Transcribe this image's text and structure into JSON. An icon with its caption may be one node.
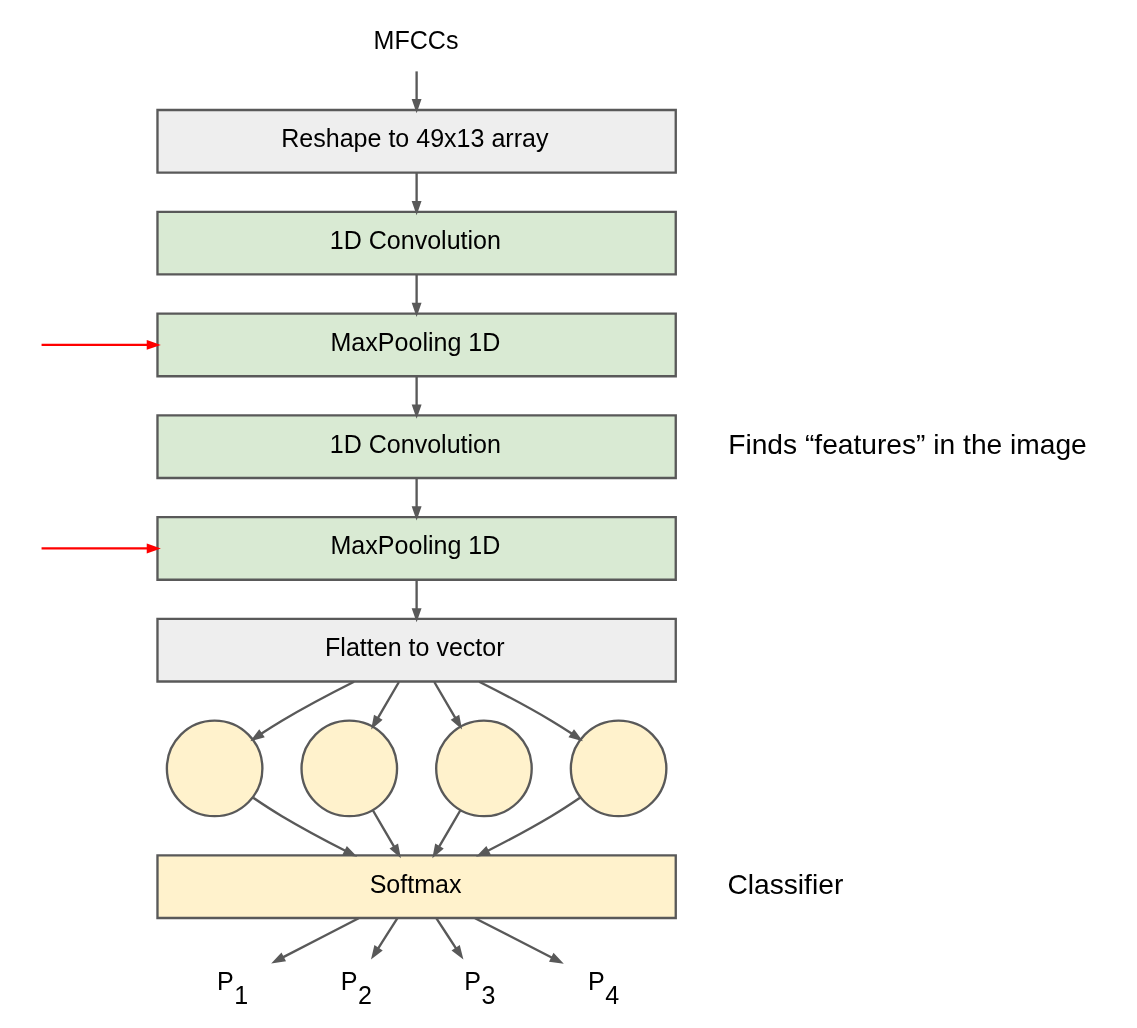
{
  "diagram": {
    "nodes": [
      {
        "text": [
          "MFCCs"
        ]
      },
      {
        "text": [
          "Reshape to 49x13 array"
        ]
      },
      {
        "text": [
          "1D Convolution"
        ]
      },
      {
        "text": [
          "MaxPooling 1D"
        ]
      },
      {
        "text": [
          "1D Convolution"
        ]
      },
      {
        "text": [
          "MaxPooling 1D"
        ]
      },
      {
        "text": [
          "Flatten to vector"
        ]
      },
      {
        "text": [],
        "shape": "circle"
      },
      {
        "text": [],
        "shape": "circle"
      },
      {
        "text": [],
        "shape": "circle"
      },
      {
        "text": [],
        "shape": "circle"
      },
      {
        "text": [
          "Softmax"
        ]
      },
      {
        "text": [
          "P$_{1}$"
        ]
      },
      {
        "text": [
          "P$_{2}$"
        ]
      },
      {
        "text": [
          "P$_{3}$"
        ]
      },
      {
        "text": [
          "P$_{4}$"
        ]
      }
    ],
    "edges": [
      {
        "from": 0,
        "to": 1,
        "arrow": "to"
      },
      {
        "from": 1,
        "to": 2,
        "arrow": "to"
      },
      {
        "from": 2,
        "to": 3,
        "arrow": "to"
      },
      {
        "from": 3,
        "to": 4,
        "arrow": "to"
      },
      {
        "from": 4,
        "to": 5,
        "arrow": "to"
      },
      {
        "from": 5,
        "to": 6,
        "arrow": "to"
      },
      {
        "from": 6,
        "to": 7,
        "arrow": "to"
      },
      {
        "from": 6,
        "to": 8,
        "arrow": "to"
      },
      {
        "from": 6,
        "to": 9,
        "arrow": "to"
      },
      {
        "from": 6,
        "to": 10,
        "arrow": "to"
      },
      {
        "from": 7,
        "to": 11,
        "arrow": "to"
      },
      {
        "from": 8,
        "to": 11,
        "arrow": "to"
      },
      {
        "from": 9,
        "to": 11,
        "arrow": "to"
      },
      {
        "from": 10,
        "to": 11,
        "arrow": "to"
      },
      {
        "from": 11,
        "to": 12,
        "arrow": "to"
      },
      {
        "from": 11,
        "to": 13,
        "arrow": "to"
      },
      {
        "from": 11,
        "to": 14,
        "arrow": "to"
      },
      {
        "from": 11,
        "to": 15,
        "arrow": "to"
      },
      {
        "from": null,
        "to": 3,
        "arrow": "to",
        "color": "#ff0000"
      },
      {
        "from": null,
        "to": 5,
        "arrow": "to",
        "color": "#ff0000"
      }
    ],
    "labels": [
      "Finds “features” in the image",
      "Classifier"
    ]
  }
}
